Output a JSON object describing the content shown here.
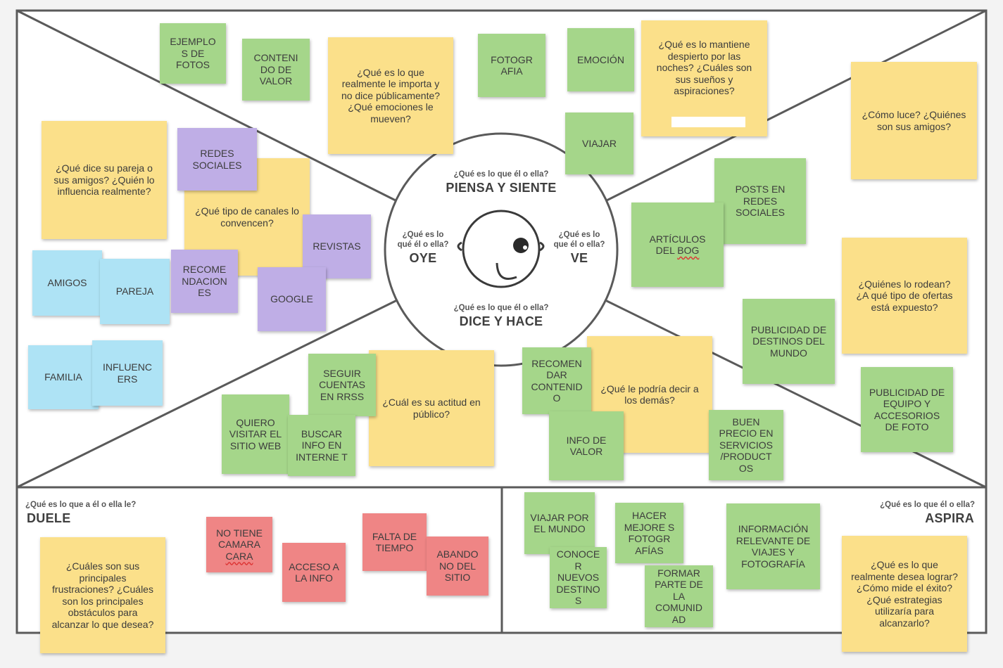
{
  "map": {
    "center": {
      "top_question": "¿Qué es lo que él o ella?",
      "top_title": "PIENSA Y SIENTE",
      "left_question_1": "¿Qué es lo",
      "left_question_2": "qué él o ella?",
      "left_title": "OYE",
      "right_question_1": "¿Qué es lo",
      "right_question_2": "que él o ella?",
      "right_title": "VE",
      "bottom_question": "¿Qué es lo que él o ella?",
      "bottom_title": "DICE Y HACE"
    },
    "pain": {
      "question": "¿Qué es lo que a él o ella le?",
      "title": "DUELE"
    },
    "gain": {
      "question": "¿Qué es lo que él o ella?",
      "title": "ASPIRA"
    }
  },
  "notes": {
    "ejemplos_fotos": "EJEMPLO S DE FOTOS",
    "contenido_valor": "CONTENI DO DE VALOR",
    "que_importa": "¿Qué es lo que realmente le importa y no dice públicamente? ¿Qué emociones le mueven?",
    "fotografia": "FOTOGR AFIA",
    "emocion": "EMOCIÓN",
    "despierto": "¿Qué es lo mantiene despierto por las noches? ¿Cuáles son sus sueños y aspiraciones?",
    "viajar": "VIAJAR",
    "como_luce": "¿Cómo luce? ¿Quiénes son sus amigos?",
    "pareja_dice": "¿Qué dice su pareja o sus amigos? ¿Quién lo influencia realmente?",
    "redes_sociales": "REDES SOCIALES",
    "canales": "¿Qué tipo de canales lo convencen?",
    "revistas": "REVISTAS",
    "amigos": "AMIGOS",
    "pareja": "PAREJA",
    "recomendaciones": "RECOME NDACION ES",
    "google": "GOOGLE",
    "familia": "FAMILIA",
    "influencers": "INFLUENC ERS",
    "posts_redes": "POSTS EN REDES SOCIALES",
    "articulos_1": "ARTÍCULOS",
    "articulos_2": "DEL ",
    "articulos_3": "BOG",
    "quienes_rodean": "¿Quiénes lo rodean? ¿A qué tipo de ofertas está expuesto?",
    "publicidad_destinos": "PUBLICIDAD DE DESTINOS DEL MUNDO",
    "publicidad_equipo": "PUBLICIDAD DE EQUIPO Y ACCESORIOS DE FOTO",
    "seguir_cuentas": "SEGUIR CUENTAS EN RRSS",
    "actitud": "¿Cuál es su actitud en público?",
    "quiero_visitar": "QUIERO VISITAR EL SITIO WEB",
    "buscar_info": "BUSCAR INFO EN INTERNE T",
    "recomendar_contenido": "RECOMEN DAR CONTENID O",
    "podria_decir": "¿Qué le podría decir a los demás?",
    "info_valor": "INFO DE VALOR",
    "buen_precio": "BUEN PRECIO EN SERVICIOS /PRODUCT OS",
    "frustraciones": "¿Cuáles son sus principales frustraciones? ¿Cuáles son los principales obstáculos para alcanzar lo que desea?",
    "camara_1": "NO TIENE CAMARA",
    "camara_2": "CARA",
    "acceso_info": "ACCESO A LA INFO",
    "falta_tiempo": "FALTA DE TIEMPO",
    "abandono": "ABANDO NO DEL SITIO",
    "viajar_mundo": "VIAJAR POR EL MUNDO",
    "hacer_fotos": "HACER MEJORE S FOTOGR AFÍAS",
    "conocer_destinos": "CONOCE R NUEVOS DESTINO S",
    "comunidad": "FORMAR PARTE DE LA COMUNID AD",
    "informacion_relevante": "INFORMACIÓN RELEVANTE DE VIAJES Y FOTOGRAFÍA",
    "que_desea": "¿Qué es lo que realmente desea lograr? ¿Cómo mide el éxito? ¿Qué estrategias utilizaría para alcanzarlo?"
  },
  "colors": {
    "yellow": "#fbe08a",
    "green": "#a5d68a",
    "purple": "#bfaee6",
    "blue": "#aee3f5",
    "red": "#ef8585",
    "frame": "#555555"
  }
}
